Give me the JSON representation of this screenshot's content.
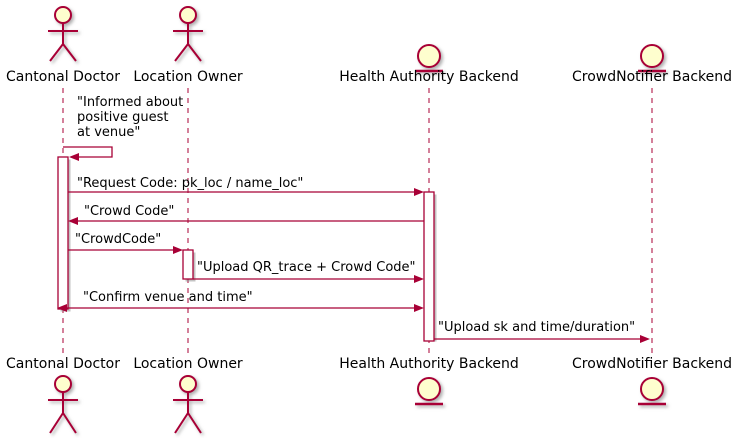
{
  "diagram": {
    "kind": "uml-sequence-diagram",
    "participants": [
      {
        "name": "Cantonal Doctor",
        "type": "actor"
      },
      {
        "name": "Location Owner",
        "type": "actor"
      },
      {
        "name": "Health Authority Backend",
        "type": "entity"
      },
      {
        "name": "CrowdNotifier Backend",
        "type": "entity"
      }
    ],
    "messages": [
      {
        "from": "Cantonal Doctor",
        "to": "Cantonal Doctor",
        "label": "\"Informed about\npositive guest\nat venue\"",
        "arrow": "self"
      },
      {
        "from": "Cantonal Doctor",
        "to": "Health Authority Backend",
        "label": "\"Request Code: pk_loc / name_loc\"",
        "arrow": "right"
      },
      {
        "from": "Health Authority Backend",
        "to": "Cantonal Doctor",
        "label": "\"Crowd Code\"",
        "arrow": "left"
      },
      {
        "from": "Cantonal Doctor",
        "to": "Location Owner",
        "label": "\"CrowdCode\"",
        "arrow": "right"
      },
      {
        "from": "Location Owner",
        "to": "Health Authority Backend",
        "label": "\"Upload QR_trace + Crowd Code\"",
        "arrow": "right"
      },
      {
        "from": "Cantonal Doctor",
        "to": "Health Authority Backend",
        "label": "\"Confirm venue and time\"",
        "arrow": "both"
      },
      {
        "from": "Health Authority Backend",
        "to": "CrowdNotifier Backend",
        "label": "\"Upload sk and time/duration\"",
        "arrow": "right"
      }
    ],
    "colors": {
      "stroke": "#A80036",
      "participant_fill": "#FEFECE",
      "activation_fill": "#FFFFFF",
      "text": "#000000",
      "background": "#FFFFFF"
    }
  }
}
